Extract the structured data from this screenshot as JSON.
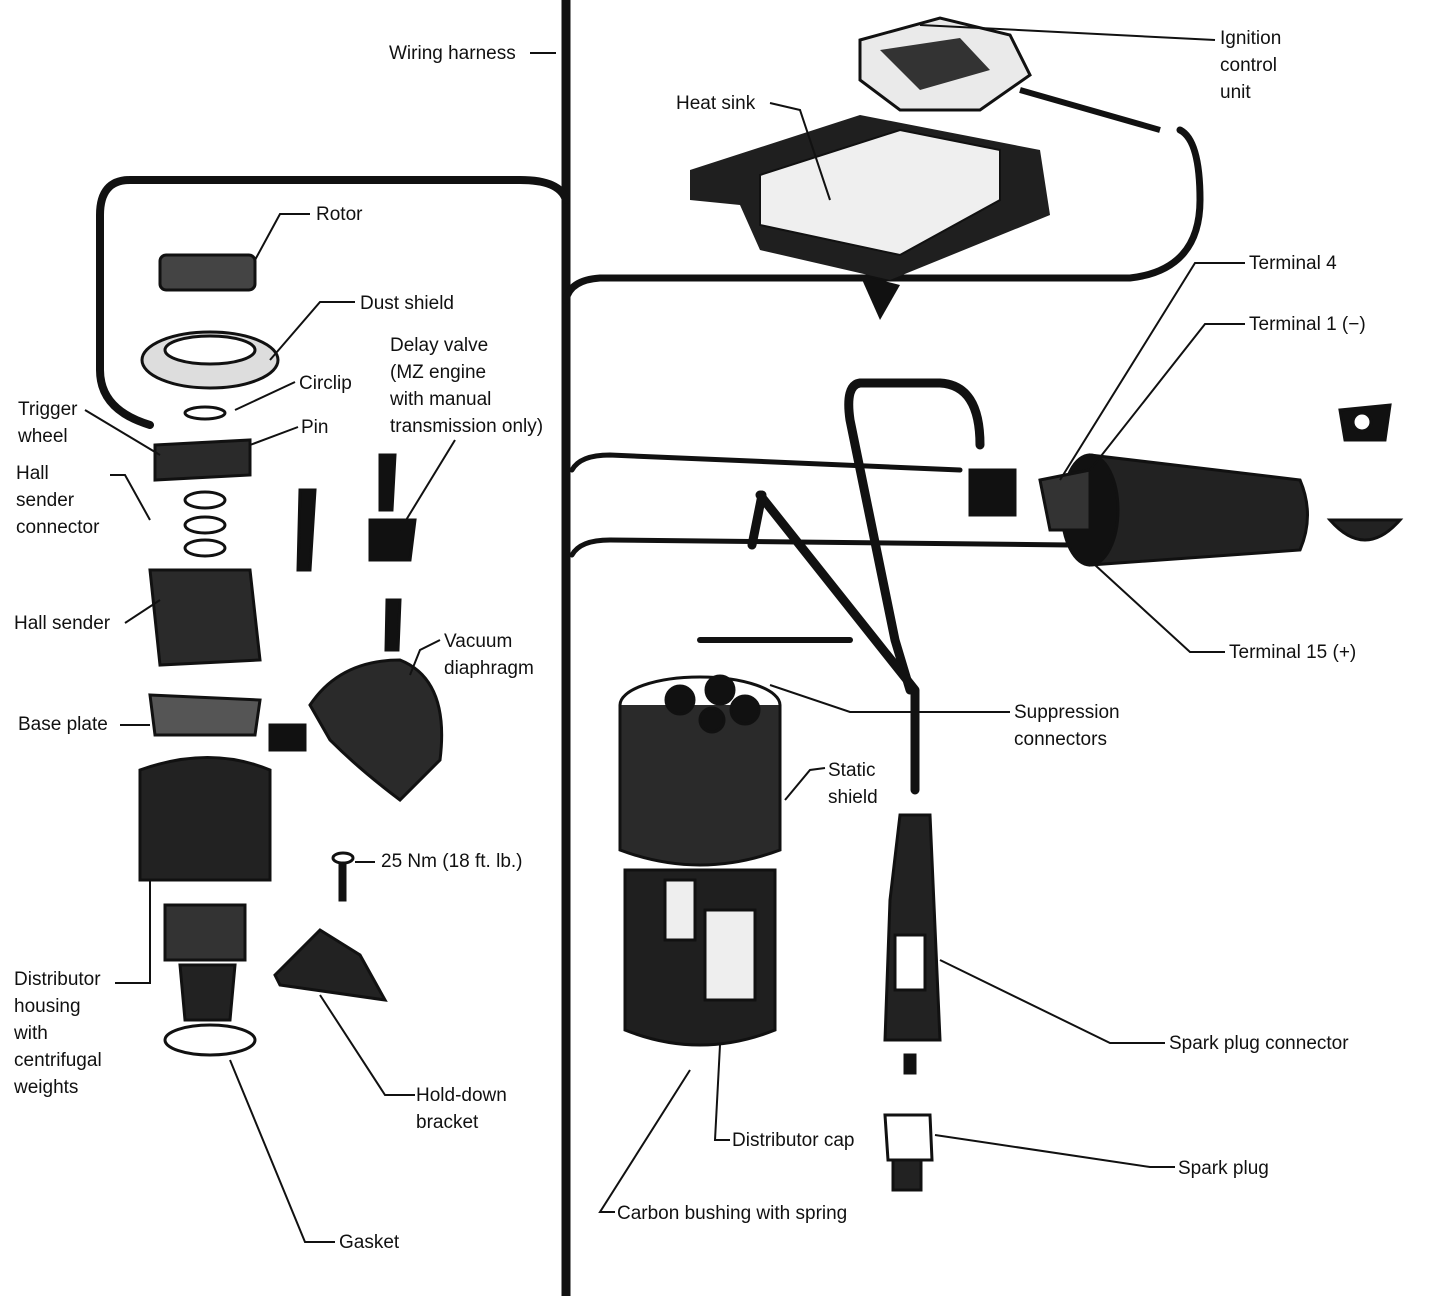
{
  "colors": {
    "ink": "#111111",
    "paper": "#ffffff",
    "shade": "#2a2a2a"
  },
  "labels": {
    "wiring_harness": "Wiring harness",
    "ignition_control_unit": [
      "Ignition",
      "control",
      "unit"
    ],
    "heat_sink": "Heat sink",
    "rotor": "Rotor",
    "dust_shield": "Dust shield",
    "delay_valve": [
      "Delay valve",
      "(MZ engine",
      "with manual",
      "transmission only)"
    ],
    "circlip": "Circlip",
    "trigger_wheel": [
      "Trigger",
      "wheel"
    ],
    "pin": "Pin",
    "hall_sender_connector": [
      "Hall",
      "sender",
      "connector"
    ],
    "hall_sender": "Hall sender",
    "vacuum_diaphragm": [
      "Vacuum",
      "diaphragm"
    ],
    "base_plate": "Base plate",
    "torque_spec": "25 Nm (18 ft. lb.)",
    "distributor_housing": [
      "Distributor",
      "housing",
      "with",
      "centrifugal",
      "weights"
    ],
    "hold_down_bracket": [
      "Hold-down",
      "bracket"
    ],
    "gasket": "Gasket",
    "terminal_4": "Terminal 4",
    "terminal_1": "Terminal 1 (−)",
    "terminal_15": "Terminal 15 (+)",
    "suppression_connectors": [
      "Suppression",
      "connectors"
    ],
    "static_shield": [
      "Static",
      "shield"
    ],
    "spark_plug_connector": "Spark plug connector",
    "distributor_cap": "Distributor cap",
    "spark_plug": "Spark plug",
    "carbon_bushing": "Carbon bushing with spring"
  }
}
